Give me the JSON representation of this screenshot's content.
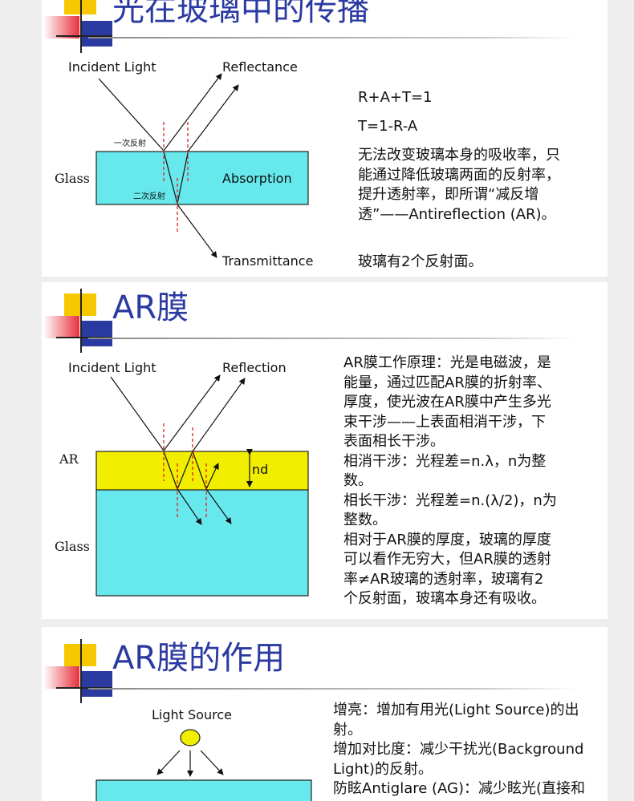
{
  "section1": {
    "title": "光在玻璃中的传播",
    "diagram": {
      "incident": "Incident Light",
      "reflectance": "Reflectance",
      "glass": "Glass",
      "absorption": "Absorption",
      "first_reflect": "一次反射",
      "second_reflect": "二次反射",
      "transmittance": "Transmittance"
    },
    "eq1": "R+A+T=1",
    "eq2": "T=1-R-A",
    "para": "无法改变玻璃本身的吸收率，只能通过降低玻璃两面的反射率，提升透射率，即所谓“减反增透”——Antireflection (AR)。",
    "note": "玻璃有2个反射面。"
  },
  "section2": {
    "title": "AR膜",
    "diagram": {
      "incident": "Incident Light",
      "reflection": "Reflection",
      "ar": "AR",
      "nd": "nd",
      "glass": "Glass"
    },
    "lines": [
      "AR膜工作原理：光是电磁波，是",
      "能量，通过匹配AR膜的折射率、",
      "厚度，使光波在AR膜中产生多光",
      "束干涉——上表面相消干涉，下",
      "表面相长干涉。",
      "相消干涉：光程差=n.λ，n为整",
      "数。",
      "相长干涉：光程差=n.(λ/2)，n为",
      "整数。",
      "相对于AR膜的厚度，玻璃的厚度",
      "可以看作无穷大，但AR膜的透射",
      "率≠AR玻璃的透射率，玻璃有2",
      "个反射面，玻璃本身还有吸收。"
    ]
  },
  "section3": {
    "title": "AR膜的作用",
    "diagram": {
      "source": "Light Source"
    },
    "lines": [
      "增亮：增加有用光(Light Source)的出",
      "射。",
      "增加对比度：减少干扰光(Background",
      "Light)的反射。",
      "防眩Antiglare (AG)：减少眩光(直接和"
    ]
  },
  "colors": {
    "glass": "#66e8ec",
    "ar_film": "#f2ee00",
    "title": "#2b3aa0",
    "deco_yellow": "#f5c800",
    "deco_red": "#e7303a",
    "deco_blue": "#2b3aa0"
  }
}
